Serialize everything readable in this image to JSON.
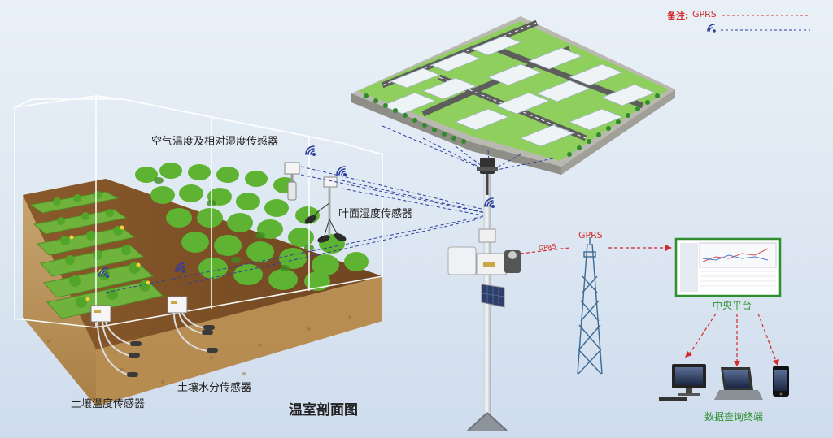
{
  "legend": {
    "prefix": "备注:",
    "gprs_label": "GPRS",
    "colors": {
      "gprs": "#d32a2a",
      "wireless": "#2c3e9e"
    },
    "wireless_icon": "wifi-icon"
  },
  "labels": {
    "air_sensor": "空气温度及相对湿度传感器",
    "leaf_sensor": "叶面湿度传感器",
    "soil_temp_sensor": "土壤温度传感器",
    "soil_moisture_sensor": "土壤水分传感器",
    "greenhouse_section": "温室剖面图",
    "link_gprs": "GPRS",
    "tower_gprs": "GPRS",
    "central_platform": "中央平台",
    "query_terminals": "数据查询终端"
  }
}
